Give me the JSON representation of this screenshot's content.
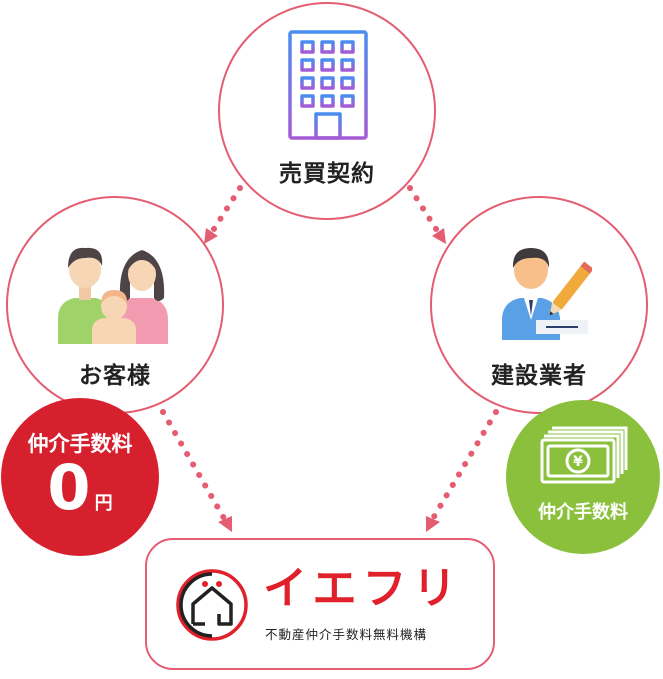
{
  "nodes": {
    "contract": {
      "label": "売買契約"
    },
    "customer": {
      "label": "お客様"
    },
    "builder": {
      "label": "建設業者"
    }
  },
  "badges": {
    "customer_fee": {
      "title": "仲介手数料",
      "amount": "0",
      "unit": "円"
    },
    "builder_fee": {
      "title": "仲介手数料"
    }
  },
  "brand": {
    "name": "イエフリ",
    "tagline": "不動産仲介手数料無料機構"
  },
  "colors": {
    "accent_pink": "#e45d72",
    "badge_red": "#d7202e",
    "badge_green": "#8ac03c",
    "brand_red": "#e0202a"
  },
  "icons": [
    "office-building-icon",
    "family-icon",
    "businessman-signing-icon",
    "yen-bills-icon",
    "iefuri-house-logo-icon"
  ]
}
